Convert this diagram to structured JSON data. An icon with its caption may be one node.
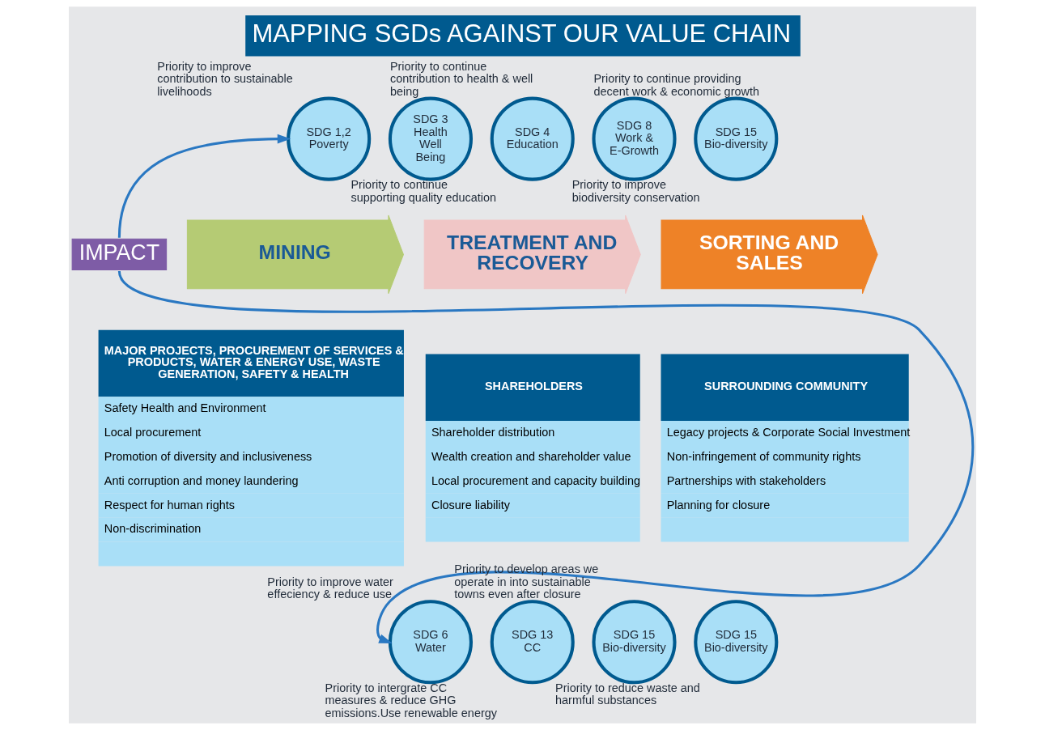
{
  "diagram": {
    "title": "MAPPING SGDs AGAINST OUR VALUE CHAIN",
    "nodes": [
      {
        "text": [
          "SDG 1,2 Poverty"
        ],
        "beside": [
          "Priority to improve contribution to sustainable livelihoods"
        ]
      },
      {
        "text": [
          "SDG 3 Health Well Being"
        ],
        "beside": [
          "Priority to continue contribution to health & well being"
        ]
      },
      {
        "text": [
          "SDG 4 Education"
        ],
        "beside": [
          "Priority to continue supporting quality education"
        ]
      },
      {
        "text": [
          "SDG 8 Work & E-Growth"
        ],
        "beside": [
          "Priority to continue providing decent work & economic growth"
        ]
      },
      {
        "text": [
          "SDG 15 Bio-diversity"
        ],
        "beside": [
          "Priority to improve biodiversity conservation"
        ]
      },
      {
        "text": [
          "MINING"
        ]
      },
      {
        "text": [
          "TREATMENT AND RECOVERY"
        ]
      },
      {
        "text": [
          "SORTING AND SALES"
        ]
      },
      {
        "text": [
          "IMPACT"
        ]
      },
      {
        "text": [
          "MAJOR PROJECTS, PROCUREMENT OF SERVICES & PRODUCTS, WATER & ENERGY USE, WASTE GENERATION, SAFETY & HEALTH",
          "Safety Health and Environment",
          "Local procurement",
          "Promotion of diversity and inclusiveness",
          "Anti corruption and money laundering",
          "Respect for human rights",
          "Non-discrimination"
        ]
      },
      {
        "text": [
          "SHAREHOLDERS",
          "Shareholder distribution",
          "Wealth creation and shareholder value",
          "Local procurement and capacity building",
          "Closure liability"
        ]
      },
      {
        "text": [
          "SURROUNDING COMMUNITY",
          "Legacy projects & Corporate Social Investment",
          "Non-infringement of community rights",
          "Partnerships with stakeholders",
          "Planning for closure"
        ]
      },
      {
        "text": [
          "SDG 6 Water"
        ],
        "beside": [
          "Priority to improve water effeciency & reduce use"
        ]
      },
      {
        "text": [
          "SDG 13 CC"
        ],
        "beside": [
          "Priority to intergrate CC measures & reduce GHG emissions.Use renewable energy"
        ]
      },
      {
        "text": [
          "SDG 15 Bio-diversity"
        ],
        "beside": [
          "Priority to develop areas we operate in into sustainable towns even after closure"
        ]
      },
      {
        "text": [
          "SDG 15 Bio-diversity"
        ],
        "beside": [
          "Priority to reduce waste and harmful substances"
        ]
      }
    ],
    "edges": [
      {
        "from": 8,
        "to": 0,
        "arrow": "to"
      },
      {
        "from": 8,
        "to": 12,
        "arrow": "to"
      }
    ]
  }
}
